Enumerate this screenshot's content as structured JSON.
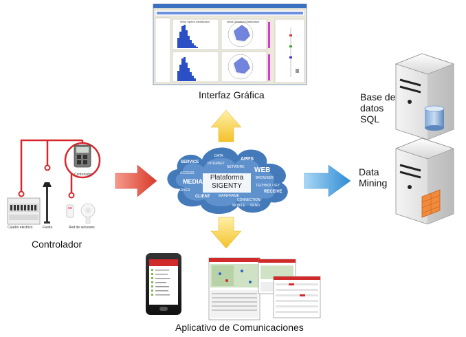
{
  "labels": {
    "interfaz": "Interfaz Gráfica",
    "bd_line1": "Base de",
    "bd_line2": "datos",
    "bd_line3": "SQL",
    "dm_line1": "Data",
    "dm_line2": "Mining",
    "controlador": "Controlador",
    "aplicativo": "Aplicativo de Comunicaciones",
    "plataforma_line1": "Plataforma",
    "plataforma_line2": "SIGENTY"
  },
  "controller_panel": {
    "device_label": "Controlador",
    "cuadro": "Cuadro electrico",
    "farola": "Farola",
    "sensores": "Red de sensores"
  },
  "gui_screenshot": {
    "panel_titles": [
      "Wind Speed Distribution",
      "Wind Direction Distribution"
    ]
  },
  "cloud_words": [
    "MOBILE",
    "SERVICE",
    "INTERNET",
    "APPS",
    "WEB",
    "MEDIA",
    "CLIENT",
    "SERVER",
    "BROWSER",
    "MAINFRAME",
    "CONNECTION",
    "TECHNOLOGY",
    "RECEIVE",
    "SEND",
    "ACCESS",
    "NETWORK",
    "DATA"
  ],
  "colors": {
    "arrow_red": "#e24b3b",
    "arrow_yellow": "#f5c632",
    "arrow_blue": "#4fa6e0",
    "wire_red": "#d7262b",
    "cloud_blue": "#3a73b6"
  }
}
